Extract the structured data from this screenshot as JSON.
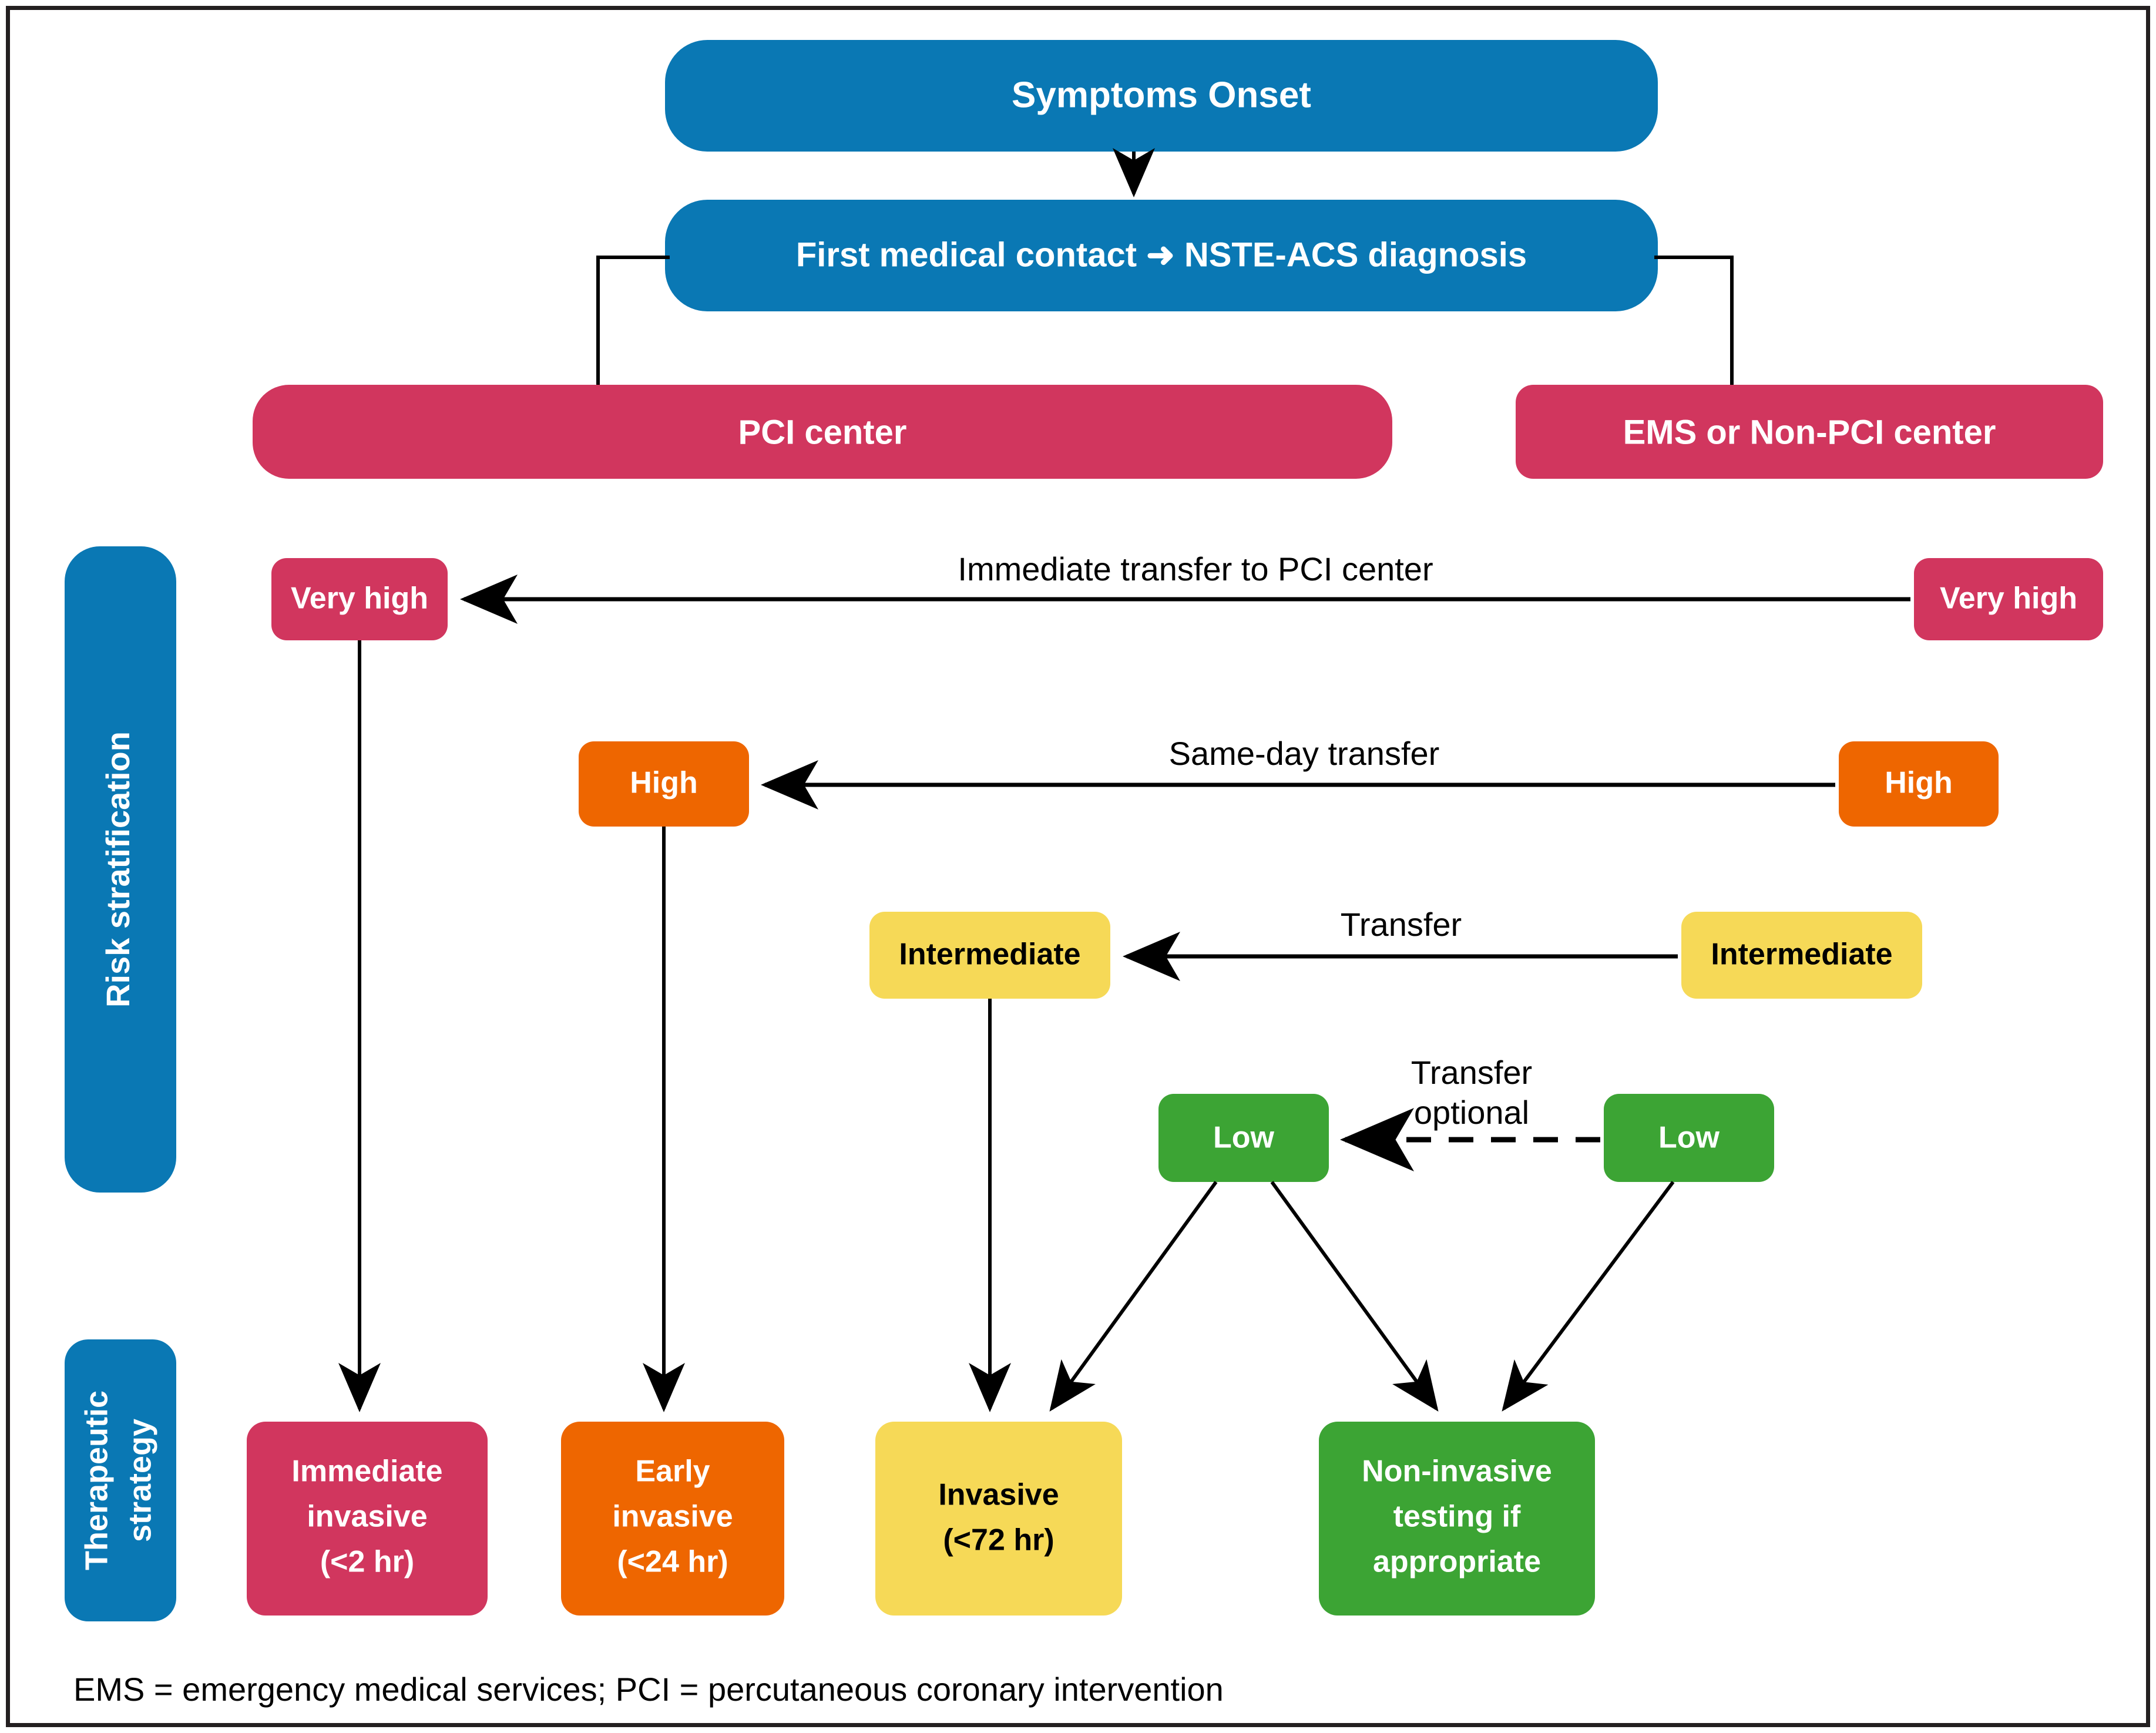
{
  "colors": {
    "blue": "#0a78b4",
    "crimson": "#d1365e",
    "orange": "#ee6600",
    "yellow": "#f6d957",
    "green": "#3ca434",
    "black": "#000000",
    "white": "#ffffff",
    "frame": "#231f20"
  },
  "flow": {
    "symptoms_onset": "Symptoms Onset",
    "first_medical_contact": "First medical contact ➜ NSTE-ACS diagnosis",
    "pci_center": "PCI center",
    "ems_non_pci_center": "EMS or Non-PCI center"
  },
  "axis_labels": {
    "risk_stratification": "Risk stratification",
    "therapeutic_strategy_line1": "Therapeutic",
    "therapeutic_strategy_line2": "strategy"
  },
  "risk_rows": [
    {
      "id": "very-high",
      "left_label": "Very high",
      "right_label": "Very high",
      "transfer_label": "Immediate transfer to PCI center",
      "transfer_label_line2": "",
      "color": "#d1365e",
      "text_color": "#ffffff",
      "arrow_style": "solid"
    },
    {
      "id": "high",
      "left_label": "High",
      "right_label": "High",
      "transfer_label": "Same-day transfer",
      "transfer_label_line2": "",
      "color": "#ee6600",
      "text_color": "#ffffff",
      "arrow_style": "solid"
    },
    {
      "id": "intermediate",
      "left_label": "Intermediate",
      "right_label": "Intermediate",
      "transfer_label": "Transfer",
      "transfer_label_line2": "",
      "color": "#f6d957",
      "text_color": "#000000",
      "arrow_style": "solid"
    },
    {
      "id": "low",
      "left_label": "Low",
      "right_label": "Low",
      "transfer_label": "Transfer",
      "transfer_label_line2": "optional",
      "color": "#3ca434",
      "text_color": "#ffffff",
      "arrow_style": "dashed"
    }
  ],
  "strategies": [
    {
      "id": "immediate-invasive",
      "lines": [
        "Immediate",
        "invasive",
        "(<2 hr)"
      ],
      "color": "#d1365e",
      "text_color": "#ffffff"
    },
    {
      "id": "early-invasive",
      "lines": [
        "Early",
        "invasive",
        "(<24 hr)"
      ],
      "color": "#ee6600",
      "text_color": "#ffffff"
    },
    {
      "id": "invasive-72",
      "lines": [
        "Invasive",
        "(<72 hr)"
      ],
      "color": "#f6d957",
      "text_color": "#000000"
    },
    {
      "id": "non-invasive-testing",
      "lines": [
        "Non-invasive",
        "testing if",
        "appropriate"
      ],
      "color": "#3ca434",
      "text_color": "#ffffff"
    }
  ],
  "footnote": "EMS = emergency medical services; PCI = percutaneous coronary intervention"
}
